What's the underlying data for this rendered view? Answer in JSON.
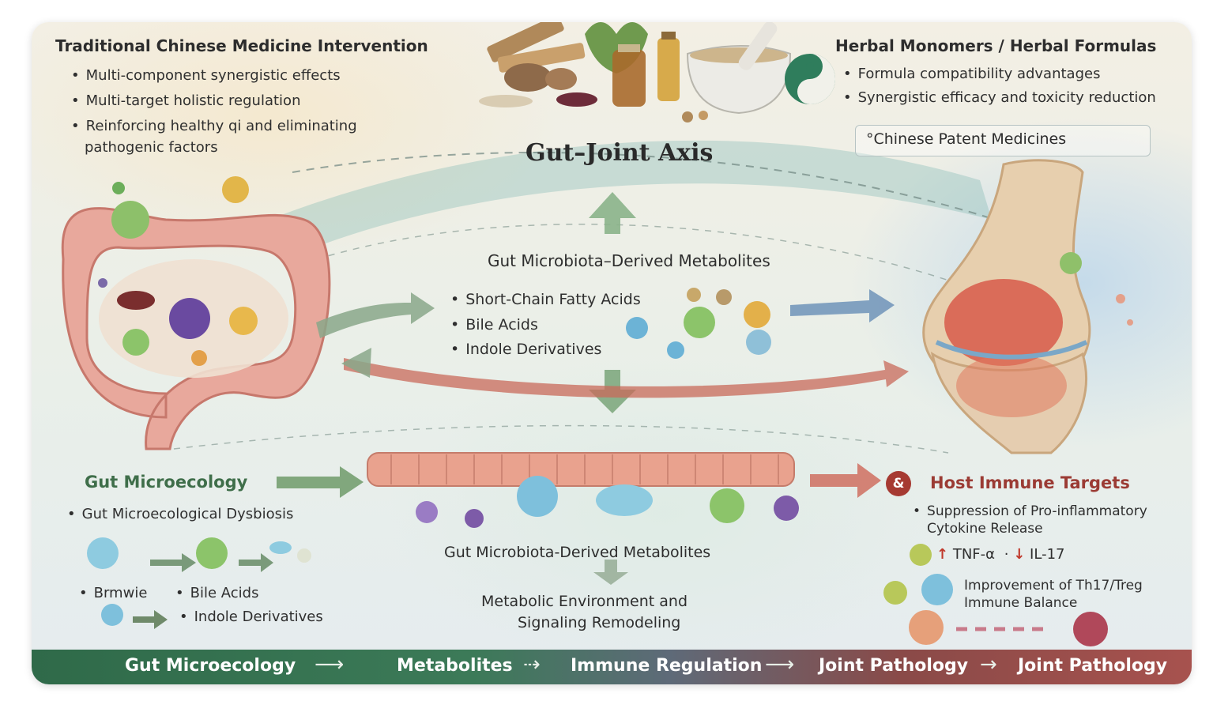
{
  "tcm": {
    "title": "Traditional Chinese Medicine Intervention",
    "bullets": [
      "Multi-component synergistic effects",
      "Multi-target holistic regulation",
      "Reinforcing healthy qi and eliminating",
      "pathogenic factors"
    ]
  },
  "herbal": {
    "title": "Herbal Monomers / Herbal Formulas",
    "bullets": [
      "Formula compatibility advantages",
      "Synergistic efficacy and toxicity reduction"
    ],
    "patent": "°Chinese Patent Medicines"
  },
  "axis": {
    "title": "Gut–Joint Axis"
  },
  "metabolites": {
    "title": "Gut Microbiota–Derived Metabolites",
    "items": [
      "Short-Chain Fatty Acids",
      "Bile Acids",
      "Indole Derivatives"
    ]
  },
  "microecology": {
    "title": "Gut Microecology",
    "bullet": "Gut Microecological Dysbiosis",
    "items": [
      "Brmwie",
      "Bile Acids",
      "Indole Derivatives"
    ]
  },
  "center_lower": {
    "title": "Gut Microbiota-Derived Metabolites",
    "line1": "Metabolic Environment and",
    "line2": "Signaling Remodeling"
  },
  "host": {
    "badge": "&",
    "title": "Host Immune Targets",
    "bullet_line1": "Suppression of Pro-inflammatory",
    "bullet_line2": "Cytokine Release",
    "tnf": "TNF-α",
    "il": "IL-17",
    "up_arrow": "↑",
    "down_arrow": "↓",
    "treg_line1": "Improvement of Th17/Treg",
    "treg_line2": "Immune Balance"
  },
  "bottom": {
    "steps": [
      "Gut Microecology",
      "Metabolites",
      "Immune Regulation",
      "Joint Pathology",
      "Joint Pathology"
    ]
  },
  "colors": {
    "green_accent": "#3f6e4a",
    "red_accent": "#a63a32",
    "bar_start": "#2f6a49",
    "bar_end": "#a7524e"
  }
}
